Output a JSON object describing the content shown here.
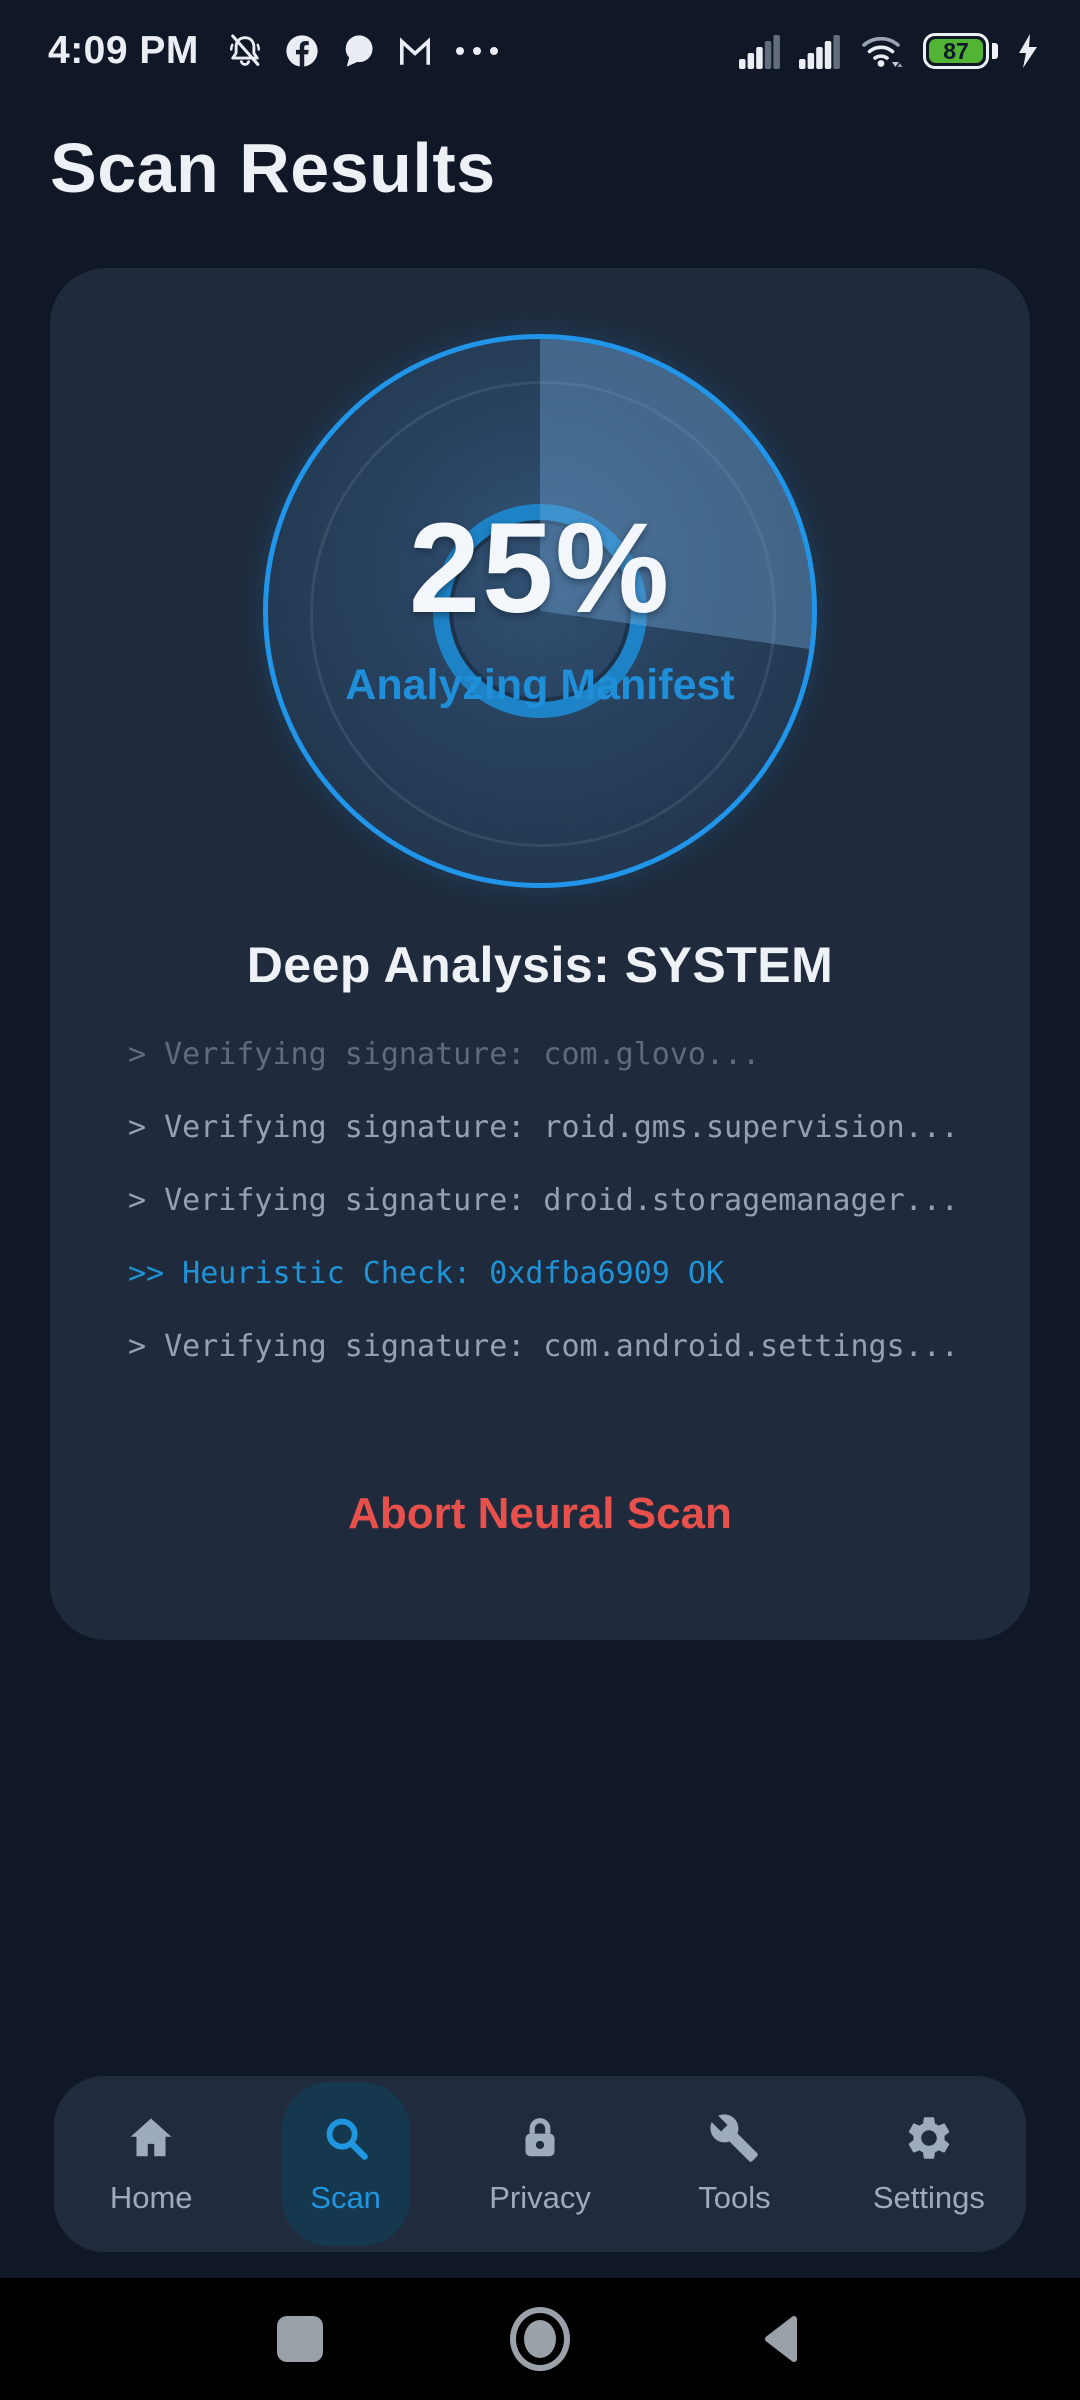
{
  "status_bar": {
    "time": "4:09 PM",
    "battery_percent": "87"
  },
  "header": {
    "title": "Scan Results"
  },
  "scan_card": {
    "progress_percent": "25%",
    "progress_label": "Analyzing Manifest",
    "analysis_title": "Deep Analysis: SYSTEM",
    "log_lines": [
      {
        "text": "> Verifying signature: com.glovo...",
        "type": "normal-clipped"
      },
      {
        "text": "> Verifying signature: roid.gms.supervision...",
        "type": "normal"
      },
      {
        "text": "> Verifying signature: droid.storagemanager...",
        "type": "normal"
      },
      {
        "text": ">> Heuristic Check: 0xdfba6909 OK",
        "type": "highlight"
      },
      {
        "text": "> Verifying signature: com.android.settings...",
        "type": "normal"
      }
    ],
    "abort_label": "Abort Neural Scan"
  },
  "bottom_nav": {
    "items": [
      {
        "label": "Home",
        "icon": "home-icon",
        "active": false
      },
      {
        "label": "Scan",
        "icon": "search-icon",
        "active": true
      },
      {
        "label": "Privacy",
        "icon": "lock-icon",
        "active": false
      },
      {
        "label": "Tools",
        "icon": "wrench-icon",
        "active": false
      },
      {
        "label": "Settings",
        "icon": "gear-icon",
        "active": false
      }
    ]
  },
  "colors": {
    "accent": "#2196e0",
    "danger": "#e8504b",
    "battery_green": "#52b434",
    "card_bg": "#1f2b3c",
    "page_bg": "#101726"
  }
}
